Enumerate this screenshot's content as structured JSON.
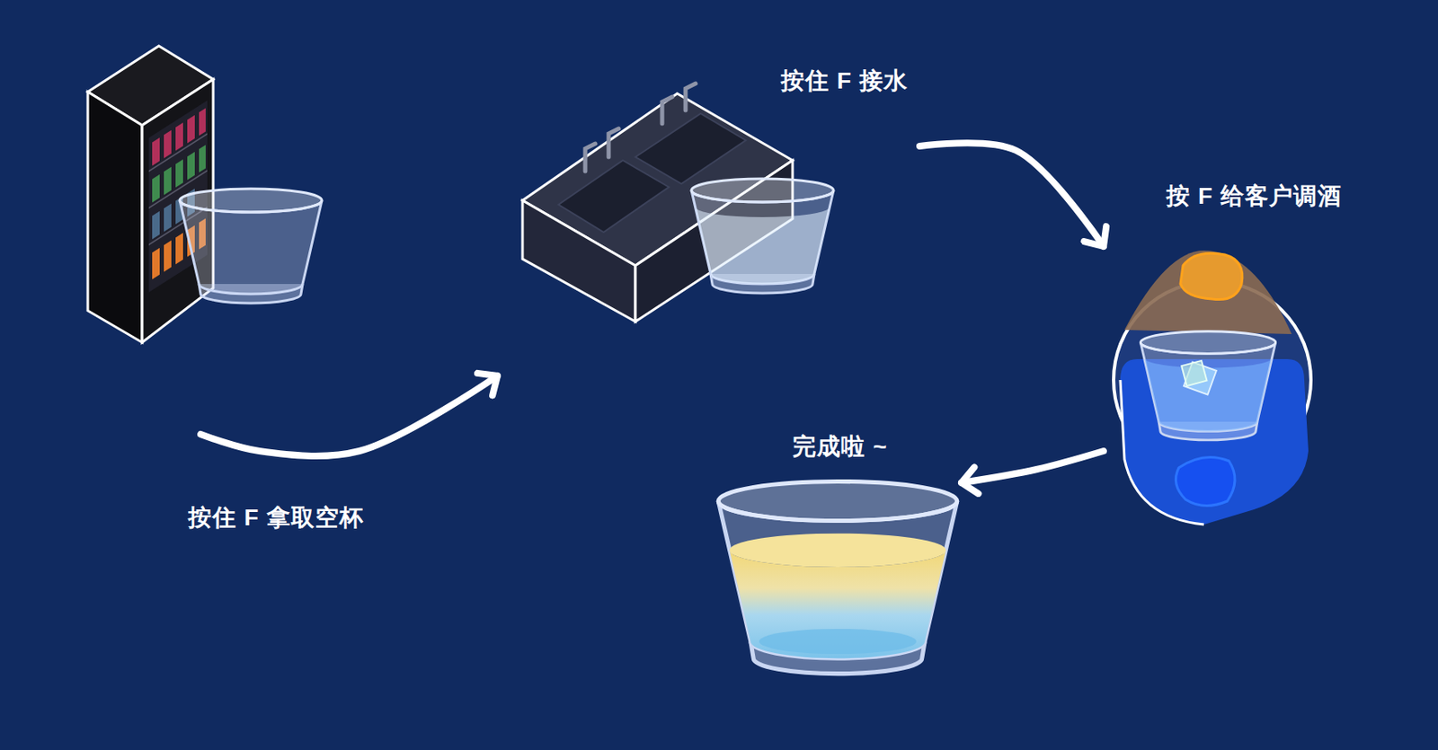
{
  "diagram": {
    "nodes": [
      {
        "text": []
      },
      {
        "text": [
          "按住 F 接水"
        ]
      },
      {
        "text": [
          "按 F 给客户调酒"
        ]
      },
      {
        "text": [
          "完成啦 ~"
        ]
      }
    ],
    "edges": [
      {
        "from": 0,
        "to": 1,
        "arrow": "to",
        "label": "按住 F 拿取空杯"
      },
      {
        "from": 1,
        "to": 2,
        "arrow": "to"
      },
      {
        "from": 2,
        "to": 3,
        "arrow": "to"
      }
    ]
  }
}
